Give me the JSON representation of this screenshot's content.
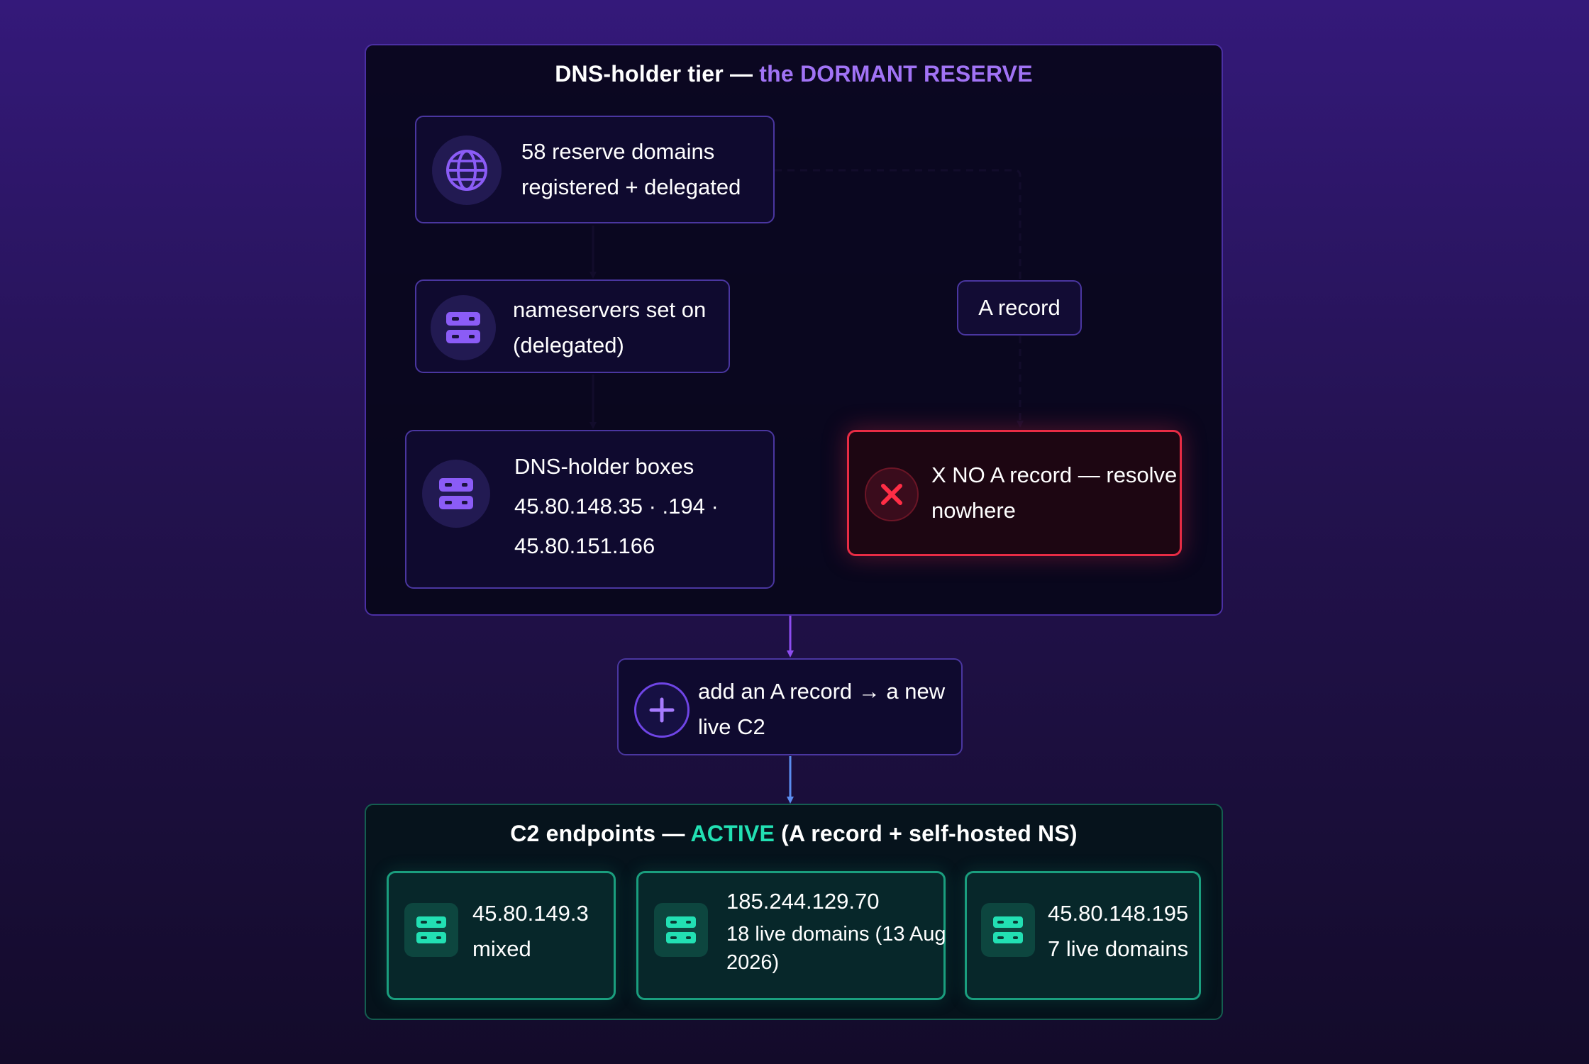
{
  "dormant_tier": {
    "title_prefix": "DNS-holder tier — ",
    "title_accent": "the DORMANT RESERVE",
    "reserve_domains": {
      "icon": "globe-icon",
      "line1": "58 reserve domains",
      "line2": "registered + delegated"
    },
    "nameservers": {
      "icon": "server-icon",
      "line1": "nameservers set on",
      "line2": "(delegated)"
    },
    "dns_holder_boxes": {
      "icon": "server-icon",
      "line1": "DNS-holder boxes",
      "line2": "45.80.148.35 · .194 ·",
      "line3": "45.80.151.166"
    },
    "a_record_label": "A record",
    "no_a_record": {
      "icon": "close-icon",
      "line1": "X NO A record — resolve",
      "line2": "nowhere"
    }
  },
  "add_a_record": {
    "icon": "plus-icon",
    "line1": "add an A record → a new",
    "line2": "live C2"
  },
  "active_tier": {
    "title_prefix": "C2 endpoints — ",
    "title_accent": "ACTIVE",
    "title_suffix": " (A record + self-hosted NS)",
    "endpoints": [
      {
        "icon": "server-icon",
        "line1": "45.80.149.3",
        "line2": "mixed"
      },
      {
        "icon": "server-icon",
        "line1": "185.244.129.70",
        "line2": "18 live domains (13 Aug",
        "line3": "2026)"
      },
      {
        "icon": "server-icon",
        "line1": "45.80.148.195",
        "line2": "7 live domains"
      }
    ]
  },
  "colors": {
    "accent_purple": "#a173f5",
    "accent_green": "#22e0b3",
    "error_red": "#e82c45",
    "arrow_purple": "#8d4cf0",
    "arrow_blue": "#5b8df0"
  }
}
